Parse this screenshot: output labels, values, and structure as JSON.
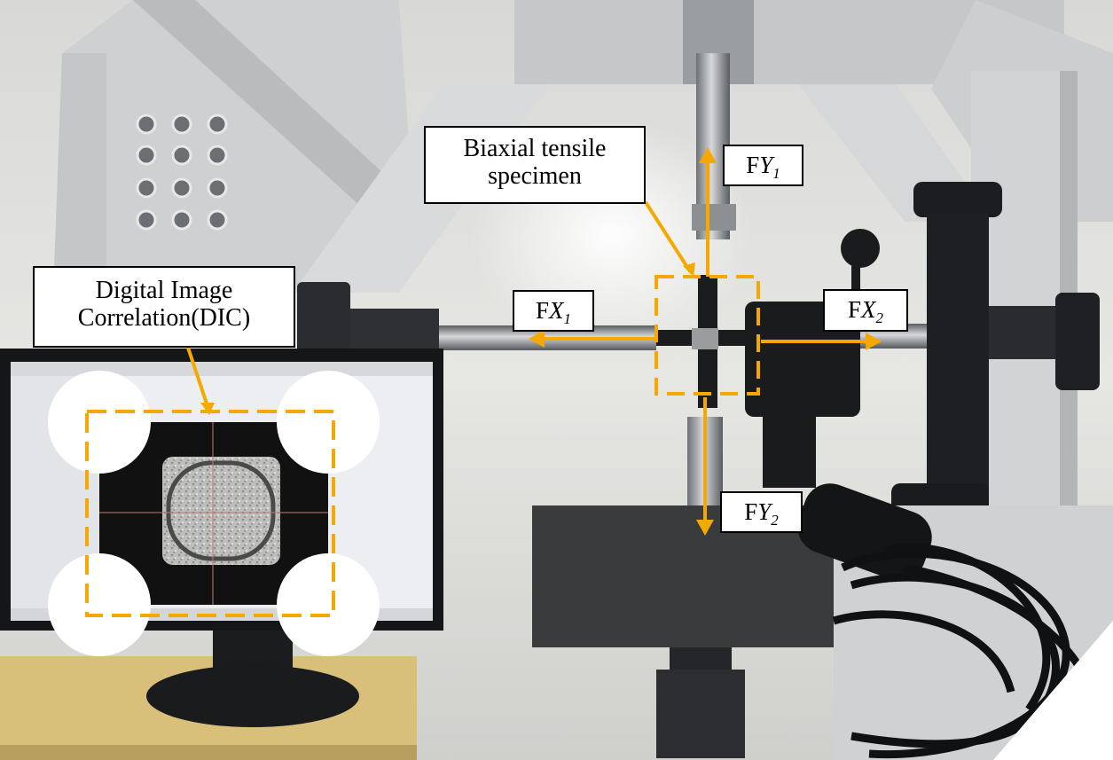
{
  "labels": {
    "specimen": {
      "line1": "Biaxial tensile",
      "line2": "specimen"
    },
    "dic": {
      "line1": "Digital Image",
      "line2": "Correlation(DIC)"
    },
    "forces": {
      "fy1": {
        "prefix": "F",
        "axis": "Y",
        "index": "1"
      },
      "fx1": {
        "prefix": "F",
        "axis": "X",
        "index": "1"
      },
      "fx2": {
        "prefix": "F",
        "axis": "X",
        "index": "2"
      },
      "fy2": {
        "prefix": "F",
        "axis": "Y",
        "index": "2"
      }
    }
  },
  "colors": {
    "annotation": "#f5a800",
    "frame_grey": "#c9cbcd",
    "dark_steel": "#1e1f22",
    "wall": "#e4e5e2",
    "specimen_black": "#111111"
  }
}
